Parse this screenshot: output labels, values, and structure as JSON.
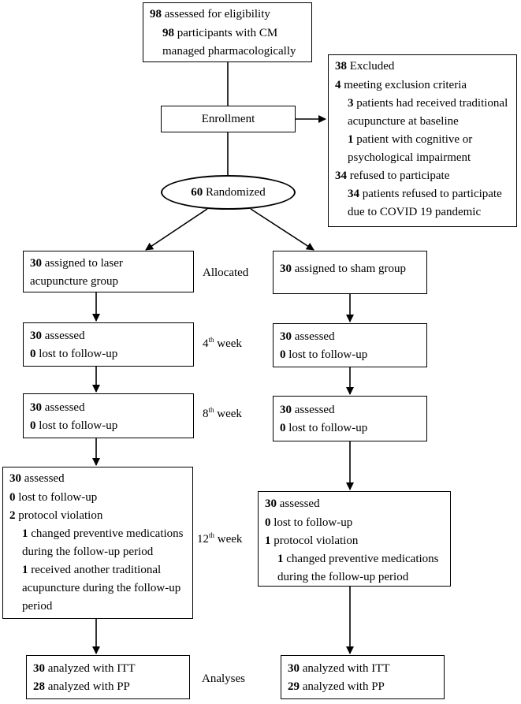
{
  "assessed": {
    "line1": {
      "num": "98",
      "text": " assessed for eligibility"
    },
    "line2": {
      "num": "98",
      "text": " participants with CM"
    },
    "line3": "managed pharmacologically"
  },
  "enrollment": "Enrollment",
  "excluded": {
    "line1": {
      "num": "38",
      "text": " Excluded"
    },
    "line2": {
      "num": "4",
      "text": " meeting exclusion criteria"
    },
    "line3": {
      "num": "3",
      "text": " patients had received traditional"
    },
    "line4": "acupuncture at baseline",
    "line5": {
      "num": "1",
      "text": " patient with cognitive or"
    },
    "line6": "psychological impairment",
    "line7": {
      "num": "34",
      "text": " refused to participate"
    },
    "line8": {
      "num": "34",
      "text": " patients refused to participate"
    },
    "line9": "due to COVID 19 pandemic"
  },
  "randomized": {
    "num": "60",
    "text": " Randomized"
  },
  "stages": {
    "allocated": "Allocated",
    "week4": {
      "num": "4",
      "sup": "th",
      "text": " week"
    },
    "week8": {
      "num": "8",
      "sup": "th",
      "text": " week"
    },
    "week12": {
      "num": "12",
      "sup": "th",
      "text": " week"
    },
    "analyses": "Analyses"
  },
  "laser": {
    "alloc": {
      "num": "30",
      "text": " assigned to laser",
      "line2": "acupuncture group"
    },
    "w4": {
      "a_num": "30",
      "a_text": " assessed",
      "l_num": "0",
      "l_text": " lost to follow-up"
    },
    "w8": {
      "a_num": "30",
      "a_text": " assessed",
      "l_num": "0",
      "l_text": " lost to follow-up"
    },
    "w12": {
      "a_num": "30",
      "a_text": " assessed",
      "l_num": "0",
      "l_text": " lost to follow-up",
      "p_num": "2",
      "p_text": " protocol violation",
      "v1_num": "1",
      "v1_text": " changed preventive medications",
      "v1_line2": "during the follow-up period",
      "v2_num": "1",
      "v2_text": " received another traditional",
      "v2_line2": "acupuncture during the follow-up",
      "v2_line3": "period"
    },
    "analysis": {
      "itt_num": "30",
      "itt_text": " analyzed with ITT",
      "pp_num": "28",
      "pp_text": " analyzed with PP"
    }
  },
  "sham": {
    "alloc": {
      "num": "30",
      "text": " assigned to sham group"
    },
    "w4": {
      "a_num": "30",
      "a_text": " assessed",
      "l_num": "0",
      "l_text": " lost to follow-up"
    },
    "w8": {
      "a_num": "30",
      "a_text": " assessed",
      "l_num": "0",
      "l_text": " lost to follow-up"
    },
    "w12": {
      "a_num": "30",
      "a_text": " assessed",
      "l_num": "0",
      "l_text": " lost to follow-up",
      "p_num": "1",
      "p_text": " protocol violation",
      "v1_num": "1",
      "v1_text": " changed preventive medications",
      "v1_line2": "during the follow-up period"
    },
    "analysis": {
      "itt_num": "30",
      "itt_text": " analyzed with ITT",
      "pp_num": "29",
      "pp_text": " analyzed with PP"
    }
  }
}
